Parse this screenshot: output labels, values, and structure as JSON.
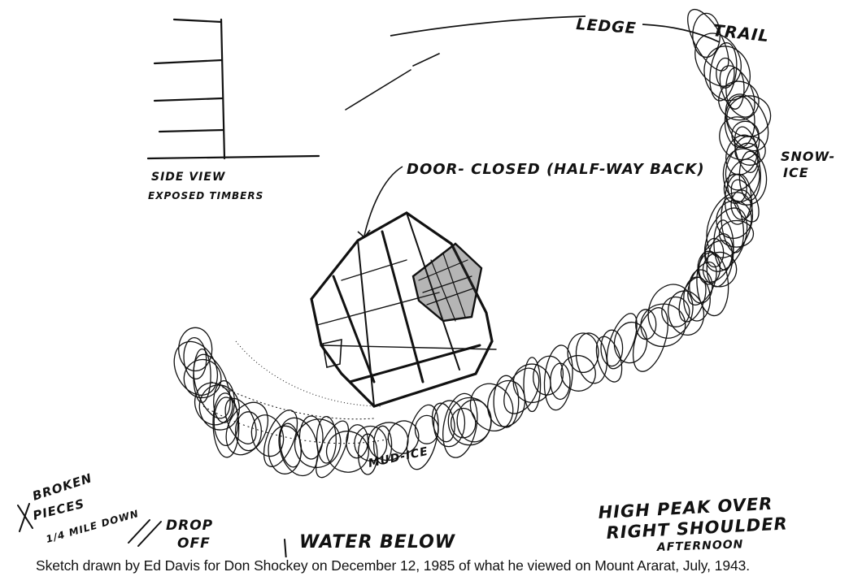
{
  "labels": {
    "ledge": "LEDGE",
    "trail": "TRAIL",
    "snow_ice_1": "SNOW-",
    "snow_ice_2": "ICE",
    "side_view": "SIDE VIEW",
    "exposed_timbers": "EXPOSED TIMBERS",
    "door": "DOOR- CLOSED (HALF-WAY BACK)",
    "mud_ice": "MUD-ICE",
    "broken_1": "BROKEN",
    "broken_2": "PIECES",
    "broken_3": "1/4 MILE DOWN",
    "drop_1": "DROP",
    "drop_2": "OFF",
    "water_below": "WATER BELOW",
    "peak_1": "HIGH PEAK OVER",
    "peak_2": "RIGHT SHOULDER",
    "peak_3": "AFTERNOON"
  },
  "caption": "Sketch drawn by Ed Davis for Don Shockey on December 12, 1985 of what he viewed on Mount Ararat, July, 1943.",
  "colors": {
    "ink": "#111111",
    "paper": "#ffffff"
  }
}
